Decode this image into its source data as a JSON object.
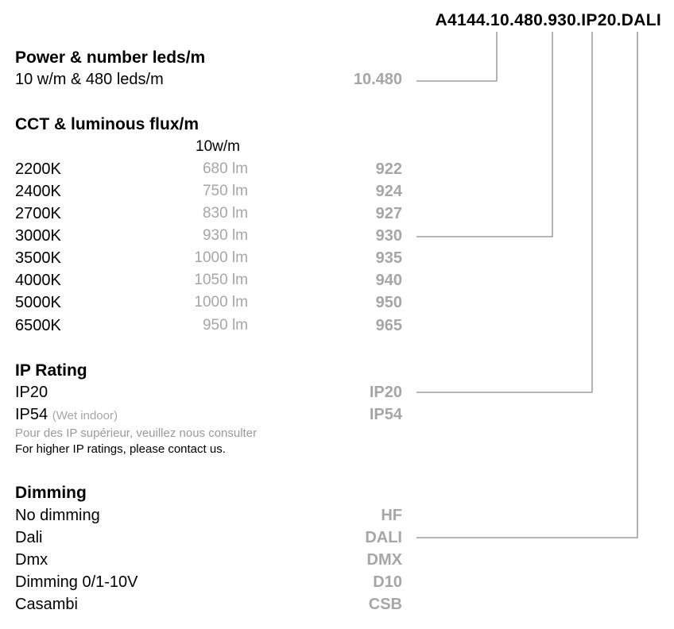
{
  "product_code": "A4144.10.480.930.IP20.DALI",
  "power": {
    "title": "Power & number leds/m",
    "label": "10 w/m & 480 leds/m",
    "code": "10.480"
  },
  "cct": {
    "title": "CCT & luminous flux/m",
    "column_header": "10w/m",
    "rows": [
      {
        "cct": "2200K",
        "flux": "680 lm",
        "code": "922"
      },
      {
        "cct": "2400K",
        "flux": "750 lm",
        "code": "924"
      },
      {
        "cct": "2700K",
        "flux": "830 lm",
        "code": "927"
      },
      {
        "cct": "3000K",
        "flux": "930 lm",
        "code": "930"
      },
      {
        "cct": "3500K",
        "flux": "1000 lm",
        "code": "935"
      },
      {
        "cct": "4000K",
        "flux": "1050 lm",
        "code": "940"
      },
      {
        "cct": "5000K",
        "flux": "1000 lm",
        "code": "950"
      },
      {
        "cct": "6500K",
        "flux": "950 lm",
        "code": "965"
      }
    ]
  },
  "ip": {
    "title": "IP Rating",
    "rows": [
      {
        "label": "IP20",
        "note": "",
        "code": "IP20"
      },
      {
        "label": "IP54",
        "note": "(Wet indoor)",
        "code": "IP54"
      }
    ],
    "note_fr": "Pour des IP supérieur, veuillez nous consulter",
    "note_en": "For higher IP ratings, please contact us."
  },
  "dimming": {
    "title": "Dimming",
    "rows": [
      {
        "label": "No dimming",
        "code": "HF"
      },
      {
        "label": "Dali",
        "code": "DALI"
      },
      {
        "label": "Dmx",
        "code": "DMX"
      },
      {
        "label": "Dimming 0/1-10V",
        "code": "D10"
      },
      {
        "label": "Casambi",
        "code": "CSB"
      }
    ]
  },
  "colors": {
    "code_grey": "#a6a6a6",
    "connector_line": "#8c8c8c"
  }
}
